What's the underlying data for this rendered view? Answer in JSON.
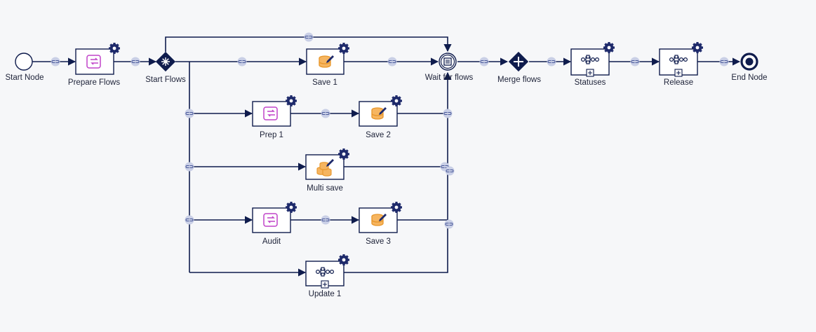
{
  "diagram": {
    "colors": {
      "line": "#0f1c4d",
      "connector": "#c9cfe6",
      "script_icon": "#c044c9",
      "db_icon": "#e8962a",
      "gear": "#1e2a6b"
    },
    "nodes": [
      {
        "id": "start",
        "kind": "start-event",
        "label": "Start Node"
      },
      {
        "id": "prepare",
        "kind": "script-task",
        "label": "Prepare Flows"
      },
      {
        "id": "startflows",
        "kind": "parallel-split",
        "label": "Start Flows"
      },
      {
        "id": "save1",
        "kind": "save-task",
        "label": "Save 1"
      },
      {
        "id": "prep1",
        "kind": "script-task",
        "label": "Prep 1"
      },
      {
        "id": "save2",
        "kind": "save-task",
        "label": "Save 2"
      },
      {
        "id": "multisave",
        "kind": "multi-save-task",
        "label": "Multi save"
      },
      {
        "id": "audit",
        "kind": "script-task",
        "label": "Audit"
      },
      {
        "id": "save3",
        "kind": "save-task",
        "label": "Save 3"
      },
      {
        "id": "update1",
        "kind": "subprocess",
        "label": "Update 1"
      },
      {
        "id": "wait",
        "kind": "wait-event",
        "label": "Wait for flows"
      },
      {
        "id": "merge",
        "kind": "parallel-join",
        "label": "Merge flows"
      },
      {
        "id": "statuses",
        "kind": "subprocess",
        "label": "Statuses"
      },
      {
        "id": "release",
        "kind": "subprocess",
        "label": "Release"
      },
      {
        "id": "end",
        "kind": "end-event",
        "label": "End Node"
      }
    ]
  }
}
